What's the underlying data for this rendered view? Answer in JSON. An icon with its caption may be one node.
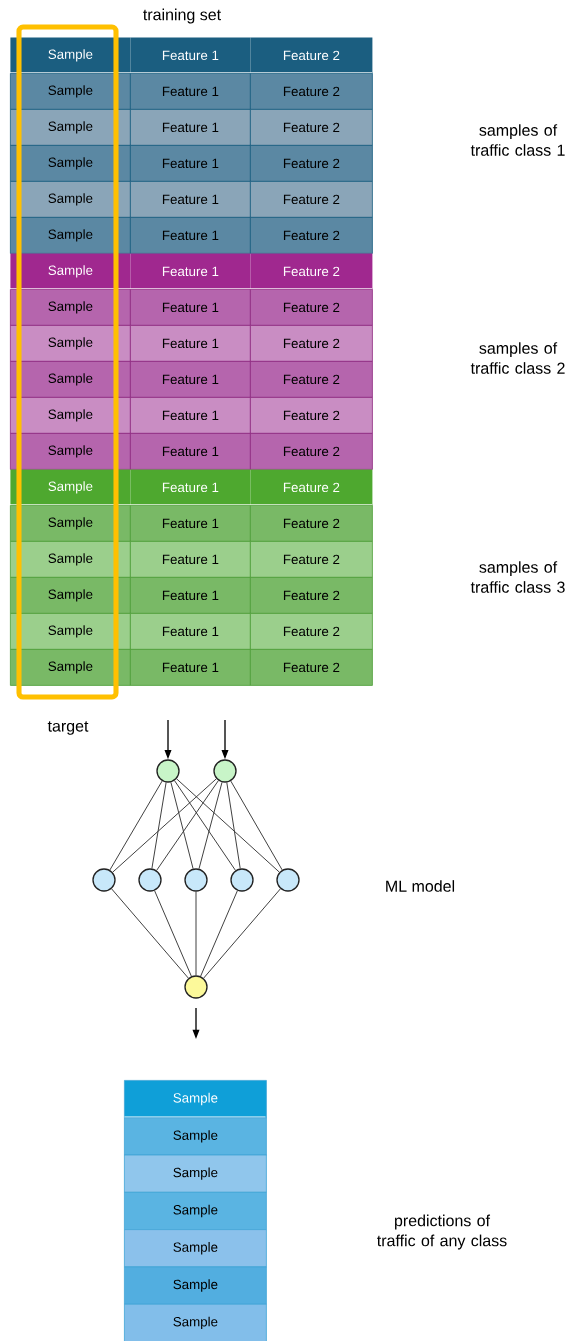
{
  "diagram": {
    "nodes": [
      {
        "text": [],
        "shape": "circle"
      },
      {
        "text": [],
        "shape": "circle"
      },
      {
        "text": [],
        "shape": "circle"
      },
      {
        "text": [],
        "shape": "circle"
      },
      {
        "text": [],
        "shape": "circle"
      },
      {
        "text": [],
        "shape": "circle"
      },
      {
        "text": [],
        "shape": "circle"
      },
      {
        "text": [],
        "shape": "circle"
      }
    ],
    "edges": [
      {
        "from": null,
        "to": 0,
        "arrow": "to"
      },
      {
        "from": null,
        "to": 1,
        "arrow": "to"
      },
      {
        "from": 0,
        "to": 2,
        "arrow": "none"
      },
      {
        "from": 0,
        "to": 3,
        "arrow": "none"
      },
      {
        "from": 0,
        "to": 4,
        "arrow": "none"
      },
      {
        "from": 0,
        "to": 5,
        "arrow": "none"
      },
      {
        "from": 0,
        "to": 6,
        "arrow": "none"
      },
      {
        "from": 1,
        "to": 2,
        "arrow": "none"
      },
      {
        "from": 1,
        "to": 3,
        "arrow": "none"
      },
      {
        "from": 1,
        "to": 4,
        "arrow": "none"
      },
      {
        "from": 1,
        "to": 5,
        "arrow": "none"
      },
      {
        "from": 1,
        "to": 6,
        "arrow": "none"
      },
      {
        "from": 2,
        "to": 7,
        "arrow": "none"
      },
      {
        "from": 3,
        "to": 7,
        "arrow": "none"
      },
      {
        "from": 4,
        "to": 7,
        "arrow": "none"
      },
      {
        "from": 5,
        "to": 7,
        "arrow": "none"
      },
      {
        "from": 6,
        "to": 7,
        "arrow": "none"
      },
      {
        "from": 7,
        "to": null,
        "arrow": "to"
      }
    ],
    "labels": [
      "training set",
      "Sample",
      "Feature 1",
      "Feature 2",
      "Sample",
      "Feature 1",
      "Feature 2",
      "Sample",
      "Feature 1",
      "Feature 2",
      "Sample",
      "Feature 1",
      "Feature 2",
      "Sample",
      "Feature 1",
      "Feature 2",
      "Sample",
      "Feature 1",
      "Feature 2",
      "Sample",
      "Feature 1",
      "Feature 2",
      "Sample",
      "Feature 1",
      "Feature 2",
      "Sample",
      "Feature 1",
      "Feature 2",
      "Sample",
      "Feature 1",
      "Feature 2",
      "Sample",
      "Feature 1",
      "Feature 2",
      "Sample",
      "Feature 1",
      "Feature 2",
      "Sample",
      "Feature 1",
      "Feature 2",
      "Sample",
      "Feature 1",
      "Feature 2",
      "Sample",
      "Feature 1",
      "Feature 2",
      "Sample",
      "Feature 1",
      "Feature 2",
      "Sample",
      "Feature 1",
      "Feature 2",
      "Sample",
      "Feature 1",
      "Feature 2",
      "samples of traffic class 1",
      "samples of traffic class 2",
      "samples of traffic class 3",
      "target",
      "ML model",
      "Sample",
      "Sample",
      "Sample",
      "Sample",
      "Sample",
      "Sample",
      "Sample",
      "predictions of traffic of any class"
    ]
  }
}
